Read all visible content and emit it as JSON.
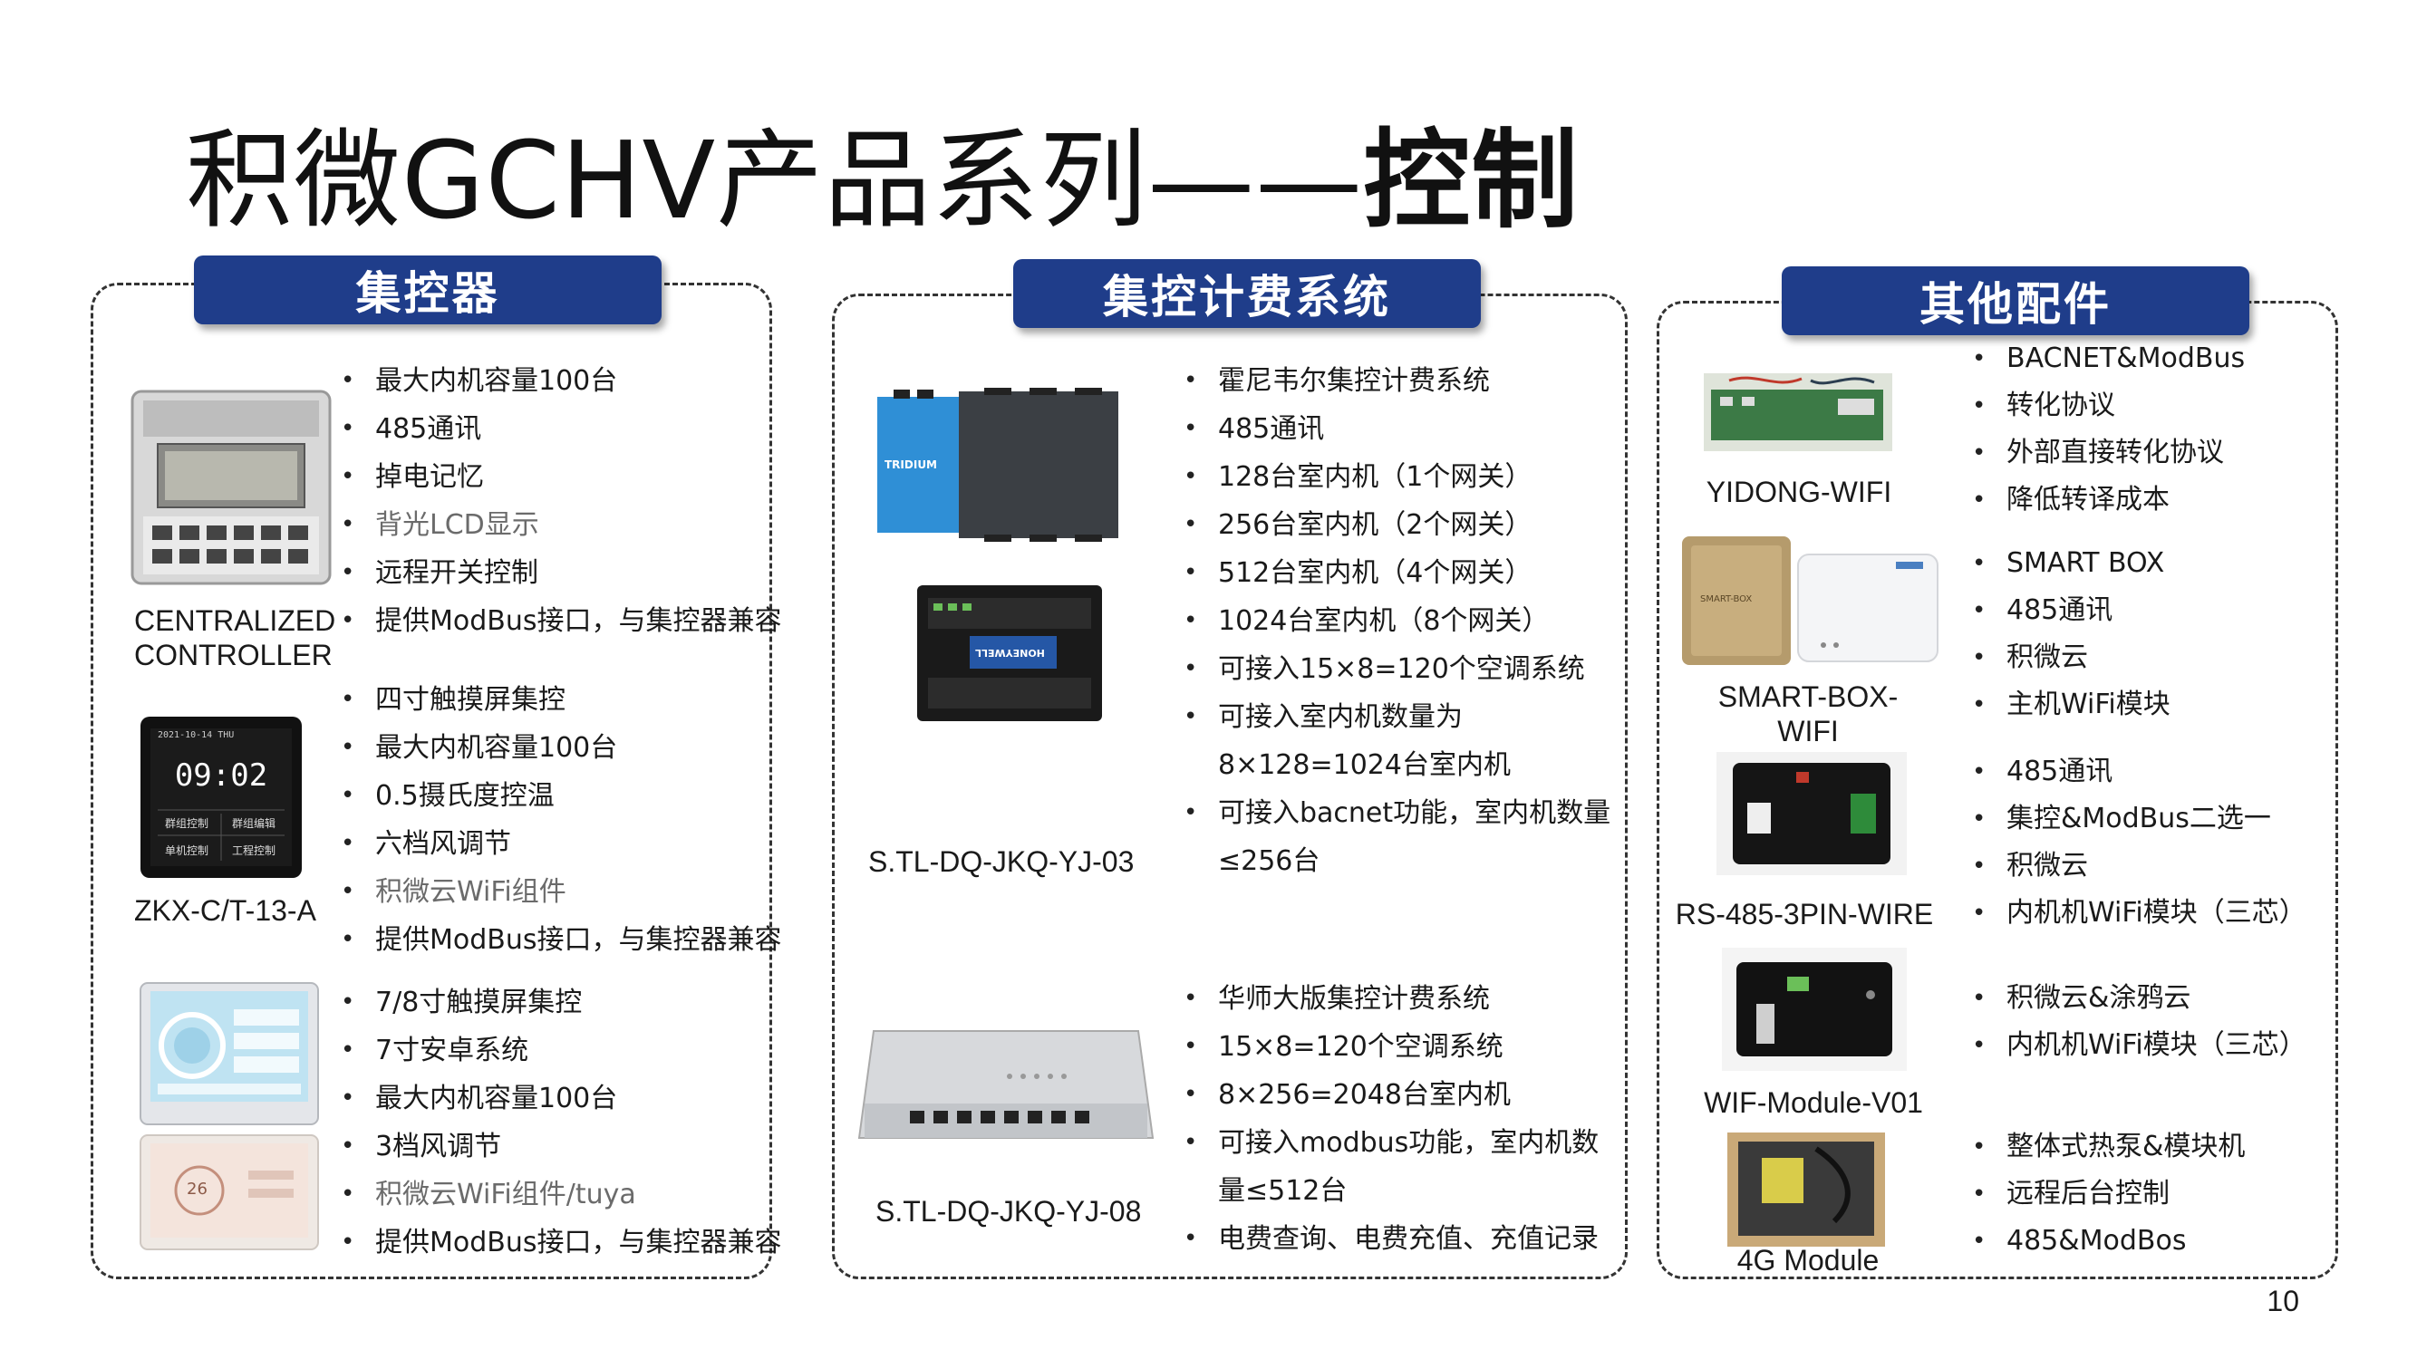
{
  "page": {
    "title_normal": "积微GCHV产品系列——",
    "title_bold": "控制",
    "page_number": "10"
  },
  "sections": {
    "left": {
      "tab": "集控器"
    },
    "middle": {
      "tab": "集控计费系统"
    },
    "right": {
      "tab": "其他配件"
    }
  },
  "left": {
    "group1": {
      "label_line1": "CENTRALIZED",
      "label_line2": "CONTROLLER",
      "bullets": [
        "最大内机容量100台",
        "485通讯",
        "掉电记忆",
        "背光LCD显示",
        "远程开关控制",
        "提供ModBus接口，与集控器兼容"
      ]
    },
    "group2": {
      "label": "ZKX-C/T-13-A",
      "screen_time": "09:02",
      "screen_date": "2021-10-14 THU",
      "screen_buttons": [
        "群组控制",
        "群组编辑",
        "单机控制",
        "工程控制"
      ],
      "bullets": [
        "四寸触摸屏集控",
        "最大内机容量100台",
        "0.5摄氏度控温",
        "六档风调节",
        "积微云WiFi组件",
        "提供ModBus接口，与集控器兼容"
      ]
    },
    "group3": {
      "screen_temp": "26",
      "bullets": [
        "7/8寸触摸屏集控",
        "7寸安卓系统",
        "最大内机容量100台",
        "3档风调节",
        "积微云WiFi组件/tuya",
        "提供ModBus接口，与集控器兼容"
      ]
    }
  },
  "middle": {
    "group1": {
      "label": "S.TL-DQ-JKQ-YJ-03",
      "device1_brand": "TRIDIUM",
      "device2_brand": "HONEYWELL",
      "bullets": [
        "霍尼韦尔集控计费系统",
        "485通讯",
        "128台室内机（1个网关）",
        "256台室内机（2个网关）",
        "512台室内机（4个网关）",
        "1024台室内机（8个网关）",
        "可接入15×8=120个空调系统",
        "可接入室内机数量为",
        "8×128=1024台室内机",
        "可接入bacnet功能，室内机数量",
        "≤256台"
      ]
    },
    "group2": {
      "label": "S.TL-DQ-JKQ-YJ-08",
      "bullets": [
        "华师大版集控计费系统",
        "15×8=120个空调系统",
        "8×256=2048台室内机",
        "可接入modbus功能，室内机数",
        "量≤512台",
        "电费查询、电费充值、充值记录"
      ]
    }
  },
  "right": {
    "group1": {
      "label": "YIDONG-WIFI",
      "bullets": [
        "BACNET&ModBus",
        "转化协议",
        "外部直接转化协议",
        "降低转译成本"
      ]
    },
    "group2": {
      "label_line1": "SMART-BOX-",
      "label_line2": "WIFI",
      "box_text": "SMART-BOX",
      "bullets": [
        "SMART BOX",
        "485通讯",
        "积微云",
        "主机WiFi模块"
      ]
    },
    "group3": {
      "label": "RS-485-3PIN-WIRE",
      "bullets": [
        "485通讯",
        "集控&ModBus二选一",
        "积微云",
        "内机机WiFi模块（三芯）"
      ]
    },
    "group4": {
      "label": "WIF-Module-V01",
      "bullets": [
        "积微云&涂鸦云",
        "内机机WiFi模块（三芯）"
      ]
    },
    "group5": {
      "label": "4G Module",
      "bullets": [
        "整体式热泵&模块机",
        "远程后台控制",
        "485&ModBos"
      ]
    }
  }
}
